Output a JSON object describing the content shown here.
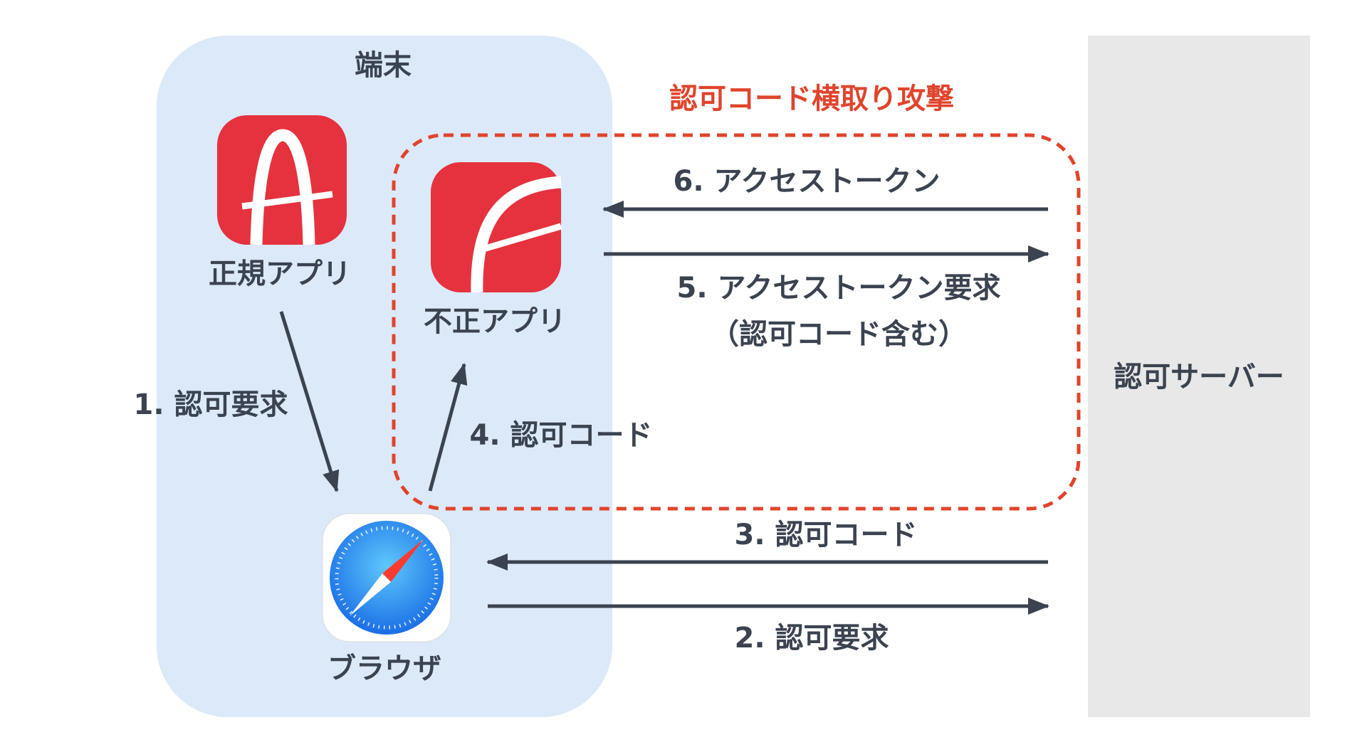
{
  "device": {
    "title": "端末"
  },
  "legit_app": {
    "label": "正規アプリ",
    "icon": "legit-app-icon"
  },
  "malicious_app": {
    "label": "不正アプリ",
    "icon": "malicious-app-icon"
  },
  "browser": {
    "label": "ブラウザ",
    "icon": "safari-compass-icon"
  },
  "server": {
    "label": "認可サーバー"
  },
  "attack": {
    "title": "認可コード横取り攻撃"
  },
  "steps": {
    "s1": "1. 認可要求",
    "s2": "2. 認可要求",
    "s3": "3. 認可コード",
    "s4": "4. 認可コード",
    "s5_line1": "5. アクセストークン要求",
    "s5_line2": "（認可コード含む）",
    "s6": "6. アクセストークン"
  },
  "colors": {
    "device_bg": "#dce9f9",
    "server_bg": "#e8e8e8",
    "app_red": "#e5323e",
    "attack_red": "#e0442c",
    "arrow": "#3b4350",
    "text": "#3b4350"
  }
}
